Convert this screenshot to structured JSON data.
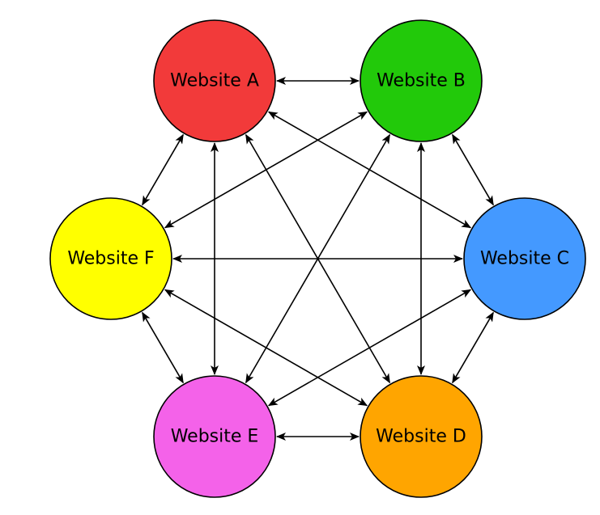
{
  "nodes": [
    {
      "id": "a",
      "label": "Website A",
      "color": "#f23a3a"
    },
    {
      "id": "b",
      "label": "Website B",
      "color": "#22c90a"
    },
    {
      "id": "c",
      "label": "Website C",
      "color": "#4499ff"
    },
    {
      "id": "d",
      "label": "Website D",
      "color": "#ffa500"
    },
    {
      "id": "e",
      "label": "Website E",
      "color": "#f462e9"
    },
    {
      "id": "f",
      "label": "Website F",
      "color": "#ffff00"
    }
  ],
  "edges": [
    {
      "from": "a",
      "to": "b",
      "direction": "both"
    },
    {
      "from": "a",
      "to": "c",
      "direction": "both"
    },
    {
      "from": "a",
      "to": "d",
      "direction": "both"
    },
    {
      "from": "a",
      "to": "e",
      "direction": "both"
    },
    {
      "from": "a",
      "to": "f",
      "direction": "both"
    },
    {
      "from": "b",
      "to": "c",
      "direction": "both"
    },
    {
      "from": "b",
      "to": "d",
      "direction": "both"
    },
    {
      "from": "b",
      "to": "e",
      "direction": "both"
    },
    {
      "from": "b",
      "to": "f",
      "direction": "both"
    },
    {
      "from": "c",
      "to": "d",
      "direction": "both"
    },
    {
      "from": "c",
      "to": "e",
      "direction": "both"
    },
    {
      "from": "c",
      "to": "f",
      "direction": "both"
    },
    {
      "from": "d",
      "to": "e",
      "direction": "both"
    },
    {
      "from": "d",
      "to": "f",
      "direction": "both"
    },
    {
      "from": "e",
      "to": "f",
      "direction": "both"
    }
  ],
  "edge_color": "#000000"
}
